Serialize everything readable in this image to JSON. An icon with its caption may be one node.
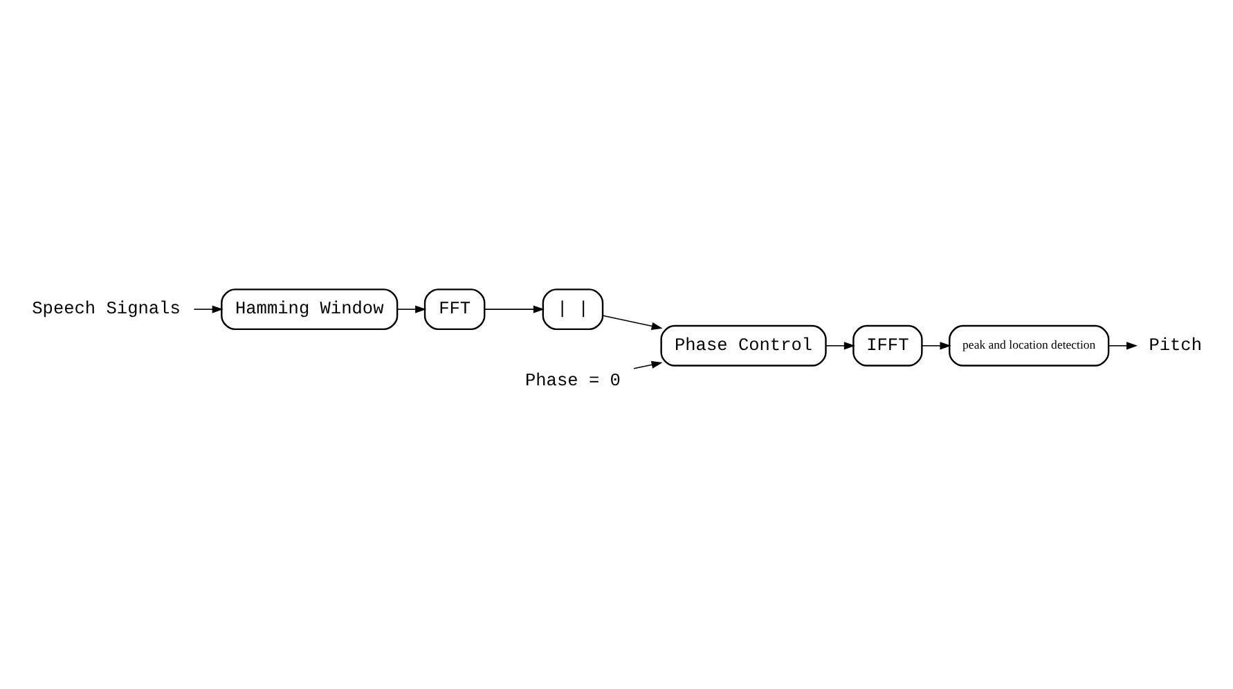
{
  "diagram": {
    "nodes": [
      {
        "text": [
          "Speech Signals"
        ]
      },
      {
        "text": [
          "Hamming Window"
        ]
      },
      {
        "text": [
          "FFT"
        ]
      },
      {
        "text": [
          "| |"
        ]
      },
      {
        "text": [
          "Phase Control"
        ]
      },
      {
        "text": [
          "Phase = 0"
        ]
      },
      {
        "text": [
          "IFFT"
        ]
      },
      {
        "text": [
          "peak and location detection"
        ]
      },
      {
        "text": [
          "Pitch"
        ]
      }
    ],
    "edges": [
      {
        "from": 0,
        "to": 1,
        "arrow": "to"
      },
      {
        "from": 1,
        "to": 2,
        "arrow": "to"
      },
      {
        "from": 2,
        "to": 3,
        "arrow": "to"
      },
      {
        "from": 3,
        "to": 4,
        "arrow": "to"
      },
      {
        "from": 5,
        "to": 4,
        "arrow": "to"
      },
      {
        "from": 4,
        "to": 6,
        "arrow": "to"
      },
      {
        "from": 6,
        "to": 7,
        "arrow": "to"
      },
      {
        "from": 7,
        "to": 8,
        "arrow": "to"
      }
    ]
  }
}
